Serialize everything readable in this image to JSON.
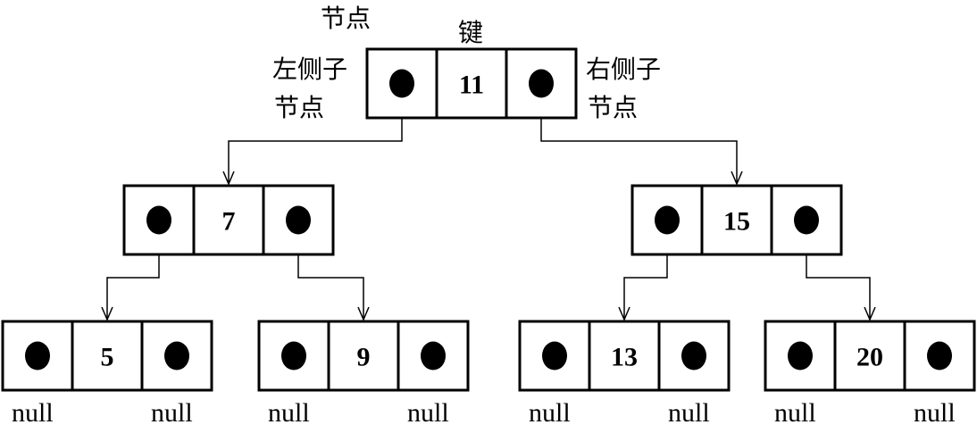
{
  "annotations": {
    "node": "节点",
    "key": "键",
    "left_child_line1": "左侧子",
    "left_child_line2": "节点",
    "right_child_line1": "右侧子",
    "right_child_line2": "节点"
  },
  "null_text": "null",
  "tree": {
    "key": "11",
    "left": {
      "key": "7",
      "left": {
        "key": "5",
        "left": null,
        "right": null
      },
      "right": {
        "key": "9",
        "left": null,
        "right": null
      }
    },
    "right": {
      "key": "15",
      "left": {
        "key": "13",
        "left": null,
        "right": null
      },
      "right": {
        "key": "20",
        "left": null,
        "right": null
      }
    }
  }
}
